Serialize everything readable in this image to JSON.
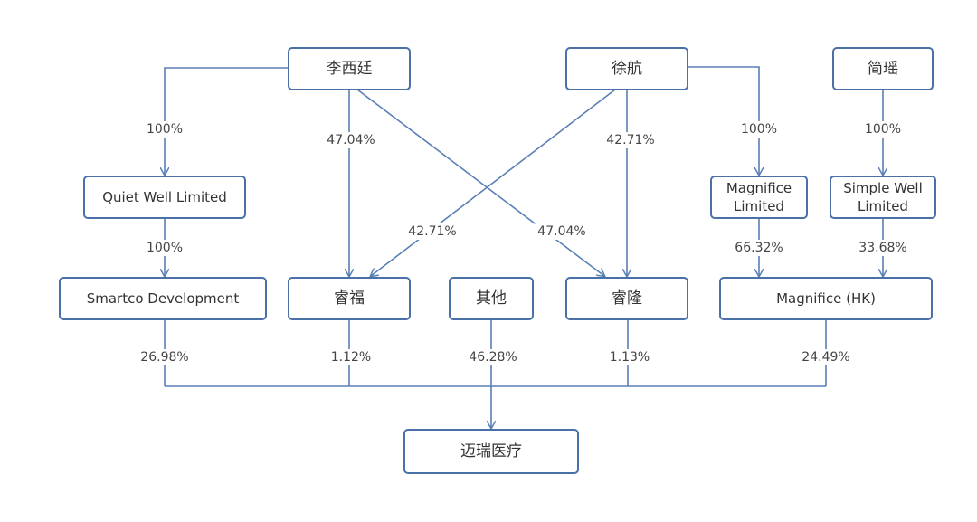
{
  "nodes": {
    "li_xiting": "李西廷",
    "xu_hang": "徐航",
    "jian_yao": "简瑶",
    "quiet_well": "Quiet Well Limited",
    "magnifice_ltd": "Magnifice\nLimited",
    "simple_well": "Simple Well\nLimited",
    "smartco": "Smartco Development",
    "ruifu": "睿福",
    "others": "其他",
    "ruilong": "睿隆",
    "magnifice_hk": "Magnifice (HK)",
    "mindray": "迈瑞医疗"
  },
  "edges": {
    "li_quiet": "100%",
    "li_ruifu": "47.04%",
    "li_ruilong": "47.04%",
    "xu_ruifu": "42.71%",
    "xu_ruilong": "42.71%",
    "xu_magltd": "100%",
    "jian_simple": "100%",
    "quiet_smartco": "100%",
    "magltd_maghk": "66.32%",
    "simple_maghk": "33.68%",
    "smartco_mindray": "26.98%",
    "ruifu_mindray": "1.12%",
    "others_mindray": "46.28%",
    "ruilong_mindray": "1.13%",
    "maghk_mindray": "24.49%"
  },
  "colors": {
    "line": "#5a7fb5",
    "border": "#4a70a8"
  }
}
